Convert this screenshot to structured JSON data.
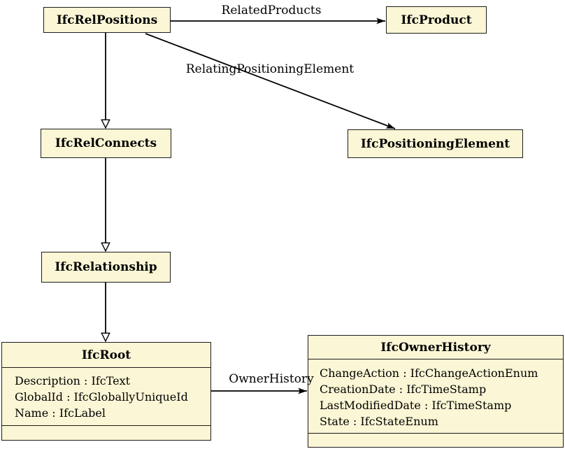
{
  "diagram": {
    "colors": {
      "node_fill": "#FBF6D5",
      "node_border": "#1c1c1c",
      "edge_color": "#000000",
      "background": "#ffffff"
    },
    "nodes": {
      "ifcRelPositions": {
        "label": "IfcRelPositions"
      },
      "ifcProduct": {
        "label": "IfcProduct"
      },
      "ifcRelConnects": {
        "label": "IfcRelConnects"
      },
      "ifcPositioningElement": {
        "label": "IfcPositioningElement"
      },
      "ifcRelationship": {
        "label": "IfcRelationship"
      },
      "ifcRoot": {
        "label": "IfcRoot",
        "attributes": [
          "Description : IfcText",
          "GlobalId : IfcGloballyUniqueId",
          "Name : IfcLabel"
        ]
      },
      "ifcOwnerHistory": {
        "label": "IfcOwnerHistory",
        "attributes": [
          "ChangeAction : IfcChangeActionEnum",
          "CreationDate : IfcTimeStamp",
          "LastModifiedDate : IfcTimeStamp",
          "State : IfcStateEnum"
        ]
      }
    },
    "edges": {
      "relatedProducts": {
        "label": "RelatedProducts",
        "from": "IfcRelPositions",
        "to": "IfcProduct",
        "type": "association"
      },
      "relatingPositioningElement": {
        "label": "RelatingPositioningElement",
        "from": "IfcRelPositions",
        "to": "IfcPositioningElement",
        "type": "association"
      },
      "ownerHistory": {
        "label": "OwnerHistory",
        "from": "IfcRoot",
        "to": "IfcOwnerHistory",
        "type": "association"
      },
      "supertypeRelConnects": {
        "label": "",
        "from": "IfcRelPositions",
        "to": "IfcRelConnects",
        "type": "inheritance"
      },
      "supertypeRelationship": {
        "label": "",
        "from": "IfcRelConnects",
        "to": "IfcRelationship",
        "type": "inheritance"
      },
      "supertypeRoot": {
        "label": "",
        "from": "IfcRelationship",
        "to": "IfcRoot",
        "type": "inheritance"
      }
    }
  }
}
